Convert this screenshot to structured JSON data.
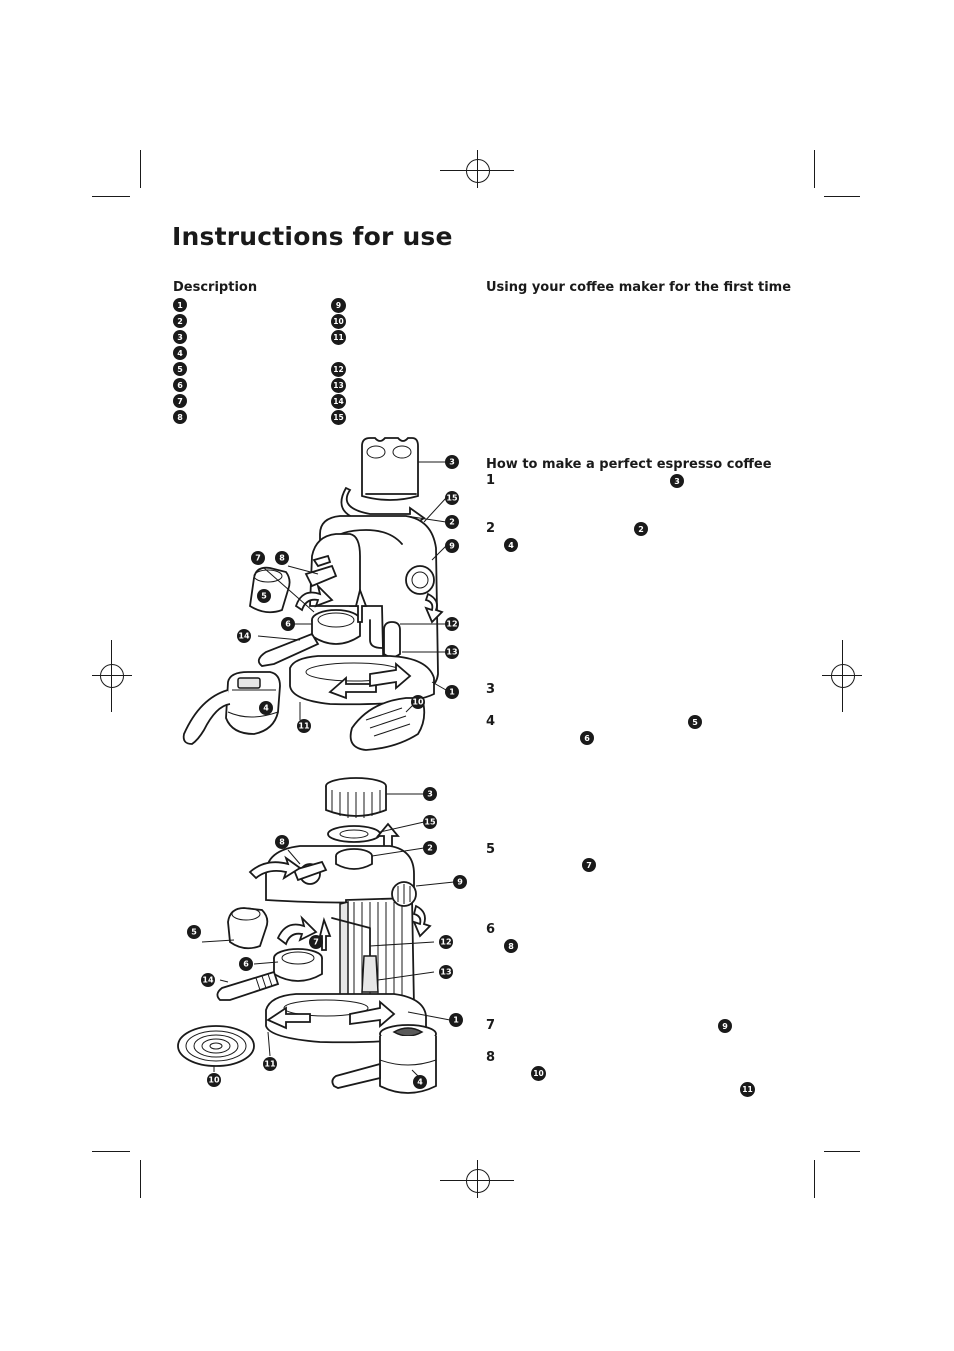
{
  "page": {
    "title": "Instructions for use"
  },
  "description": {
    "heading": "Description",
    "left_numbers": [
      "1",
      "2",
      "3",
      "4",
      "5",
      "6",
      "7",
      "8"
    ],
    "right_numbers": [
      "9",
      "10",
      "11",
      "12",
      "13",
      "14",
      "15"
    ]
  },
  "first_time": {
    "heading": "Using your coffee maker for the first time"
  },
  "espresso": {
    "heading": "How to make a perfect espresso coffee",
    "steps": [
      {
        "num": "1",
        "refs": [
          "3"
        ]
      },
      {
        "num": "2",
        "refs": [
          "2",
          "4"
        ]
      },
      {
        "num": "3",
        "refs": []
      },
      {
        "num": "4",
        "refs": [
          "5",
          "6"
        ]
      },
      {
        "num": "5",
        "refs": [
          "7"
        ]
      },
      {
        "num": "6",
        "refs": [
          "8"
        ]
      },
      {
        "num": "7",
        "refs": [
          "9"
        ]
      },
      {
        "num": "8",
        "refs": [
          "10",
          "11"
        ]
      }
    ]
  },
  "diagram_top": {
    "callouts": [
      "3",
      "15",
      "2",
      "9",
      "7",
      "8",
      "5",
      "6",
      "14",
      "12",
      "13",
      "1",
      "4",
      "10",
      "11"
    ]
  },
  "diagram_bottom": {
    "callouts": [
      "3",
      "15",
      "8",
      "2",
      "9",
      "5",
      "7",
      "6",
      "12",
      "14",
      "13",
      "1",
      "10",
      "11",
      "4"
    ]
  },
  "colors": {
    "ink": "#1a1a1a",
    "paper": "#ffffff"
  }
}
